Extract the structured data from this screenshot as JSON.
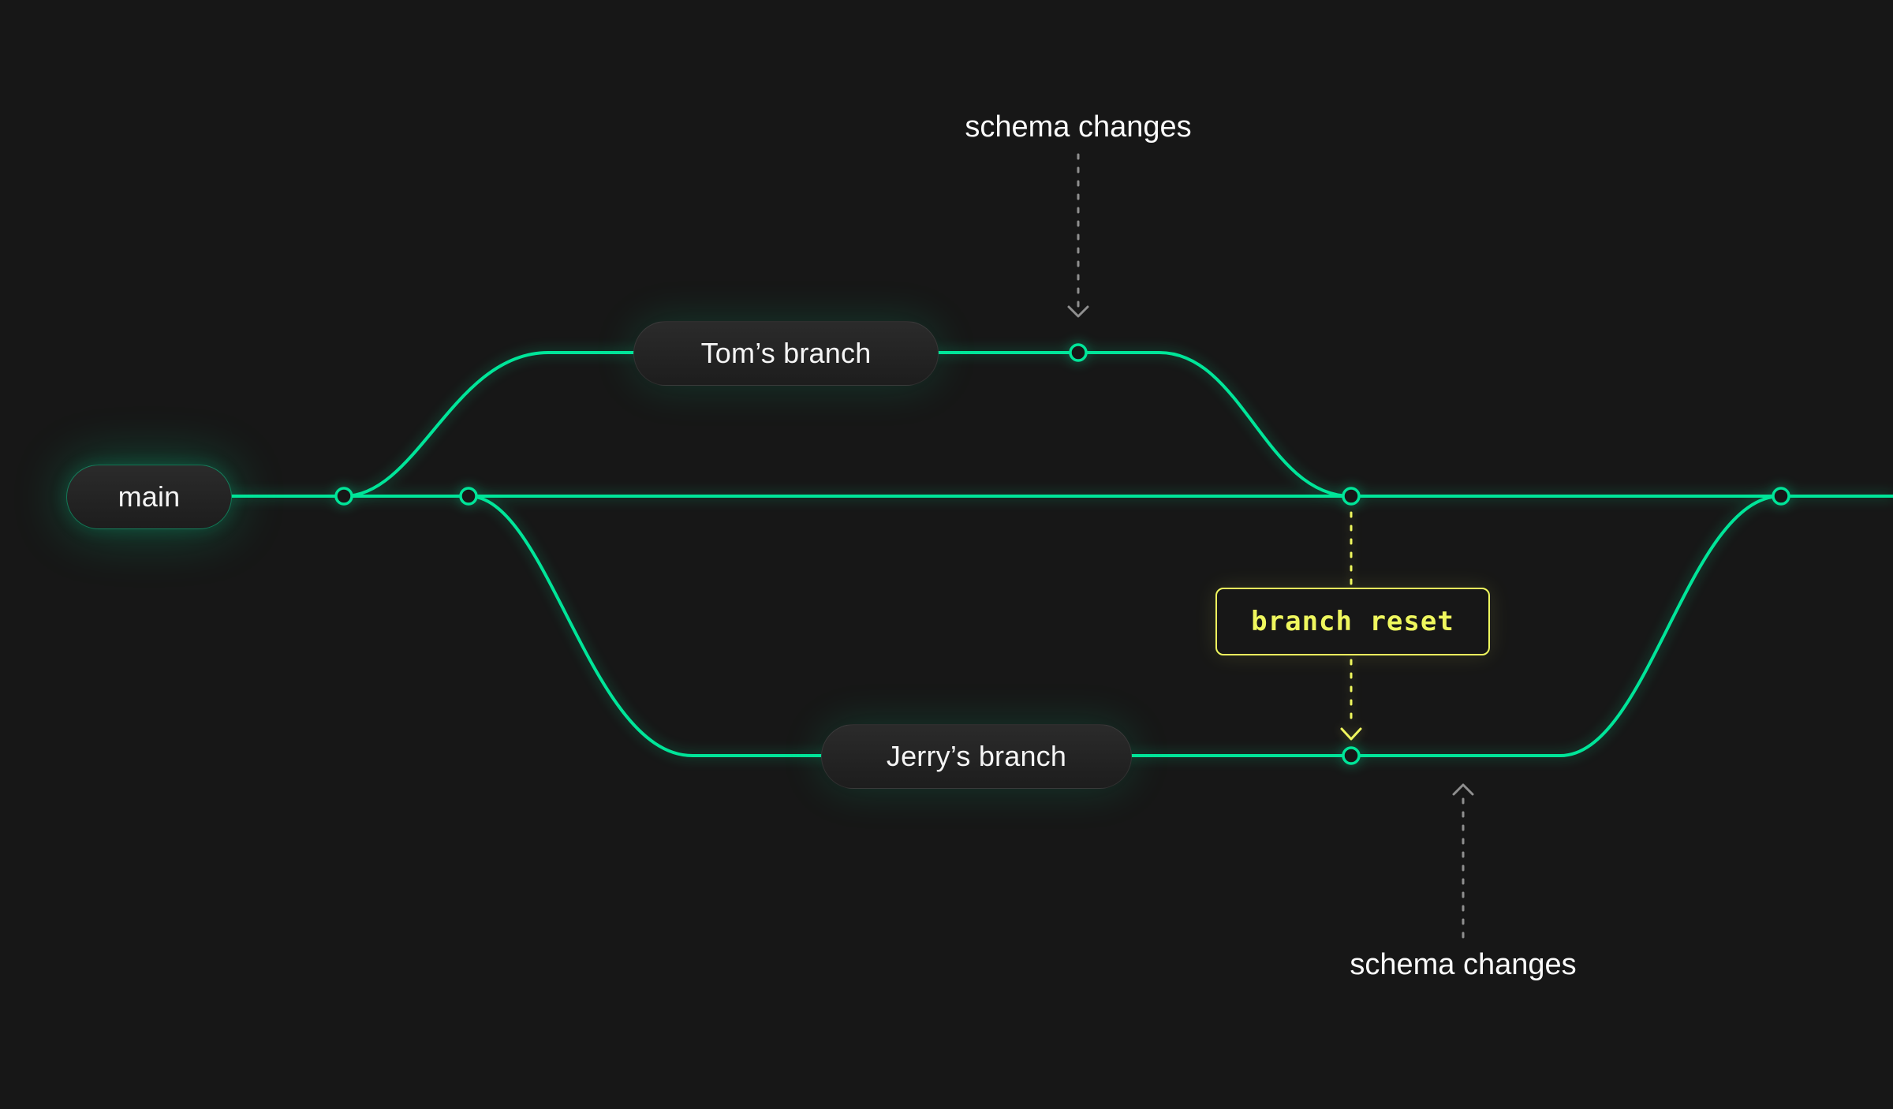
{
  "diagram": {
    "branches": {
      "main_label": "main",
      "tom_label": "Tom’s branch",
      "jerry_label": "Jerry’s branch"
    },
    "annotations": {
      "schema_changes_top": "schema changes",
      "schema_changes_bottom": "schema changes",
      "branch_reset": "branch reset"
    },
    "commit_dots": {
      "main_count": 4,
      "tom_count": 1,
      "jerry_count": 1
    },
    "colors": {
      "background": "#171717",
      "branch_green": "#00e599",
      "accent_yellow": "#eff75e",
      "dashed_gray": "#8f8f8f",
      "label_text": "#f5f5f5"
    }
  }
}
